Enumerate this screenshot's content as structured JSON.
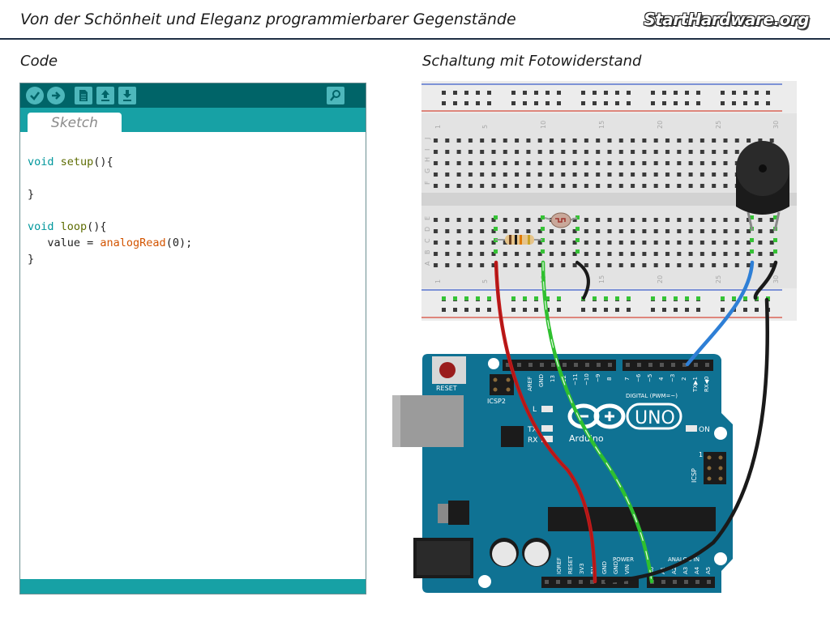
{
  "header": {
    "title": "Von der Schönheit und Eleganz programmierbarer Gegenstände",
    "brand": "StartHardware.org"
  },
  "sections": {
    "code_label": "Code",
    "circuit_label": "Schaltung mit Fotowiderstand"
  },
  "ide": {
    "tab_label": "Sketch",
    "toolbar_icons": [
      "verify-icon",
      "upload-icon",
      "new-icon",
      "open-icon",
      "save-icon",
      "serial-monitor-icon"
    ],
    "code": {
      "line1_kw": "void",
      "line1_fn": "setup",
      "line1_rest": "(){",
      "line3": "}",
      "line5_kw": "void",
      "line5_fn": "loop",
      "line5_rest": "(){",
      "line6_pre": "   value = ",
      "line6_fn": "analogRead",
      "line6_rest": "(0);",
      "line7": "}"
    }
  },
  "board": {
    "reset_label": "RESET",
    "icsp2_label": "ICSP2",
    "icsp_label": "ICSP",
    "icsp_pin1": "1",
    "logo_text": "UNO",
    "logo_sub": "Arduino",
    "digital_label": "DIGITAL (PWM=~)",
    "on_label": "ON",
    "l_label": "L",
    "tx_label": "TX",
    "rx_label": "RX",
    "power_label": "POWER",
    "analog_label": "ANALOG IN",
    "aref_label": "AREF",
    "gnd_label": "GND",
    "pin13": "13",
    "pin12": "12",
    "pin11": "~11",
    "pin10": "~10",
    "pin9": "~9",
    "pin8": "8",
    "pin7": "7",
    "pin6": "~6",
    "pin5": "~5",
    "pin4": "4",
    "pin3": "~3",
    "pin2": "2",
    "pin1": "TX▶1",
    "pin0": "RX◀0",
    "ioref": "IOREF",
    "reset_pin": "RESET",
    "v33": "3V3",
    "v5": "5V",
    "gnd1": "GND",
    "gnd2": "GND",
    "vin": "VIN",
    "a0": "A0",
    "a1": "A1",
    "a2": "A2",
    "a3": "A3",
    "a4": "A4",
    "a5": "A5"
  },
  "breadboard": {
    "col_numbers": [
      "1",
      "5",
      "10",
      "15",
      "20",
      "25",
      "30"
    ],
    "row_letters_top": [
      "J",
      "I",
      "H",
      "G",
      "F"
    ],
    "row_letters_bottom": [
      "E",
      "D",
      "C",
      "B",
      "A"
    ]
  },
  "colors": {
    "ide_dark": "#006468",
    "ide_teal": "#17a1a5",
    "board_blue": "#0f7293",
    "wire_red": "#c21a1a",
    "wire_green": "#2fc02f",
    "wire_blue": "#2e7fd6",
    "wire_black": "#1a1a1a"
  }
}
